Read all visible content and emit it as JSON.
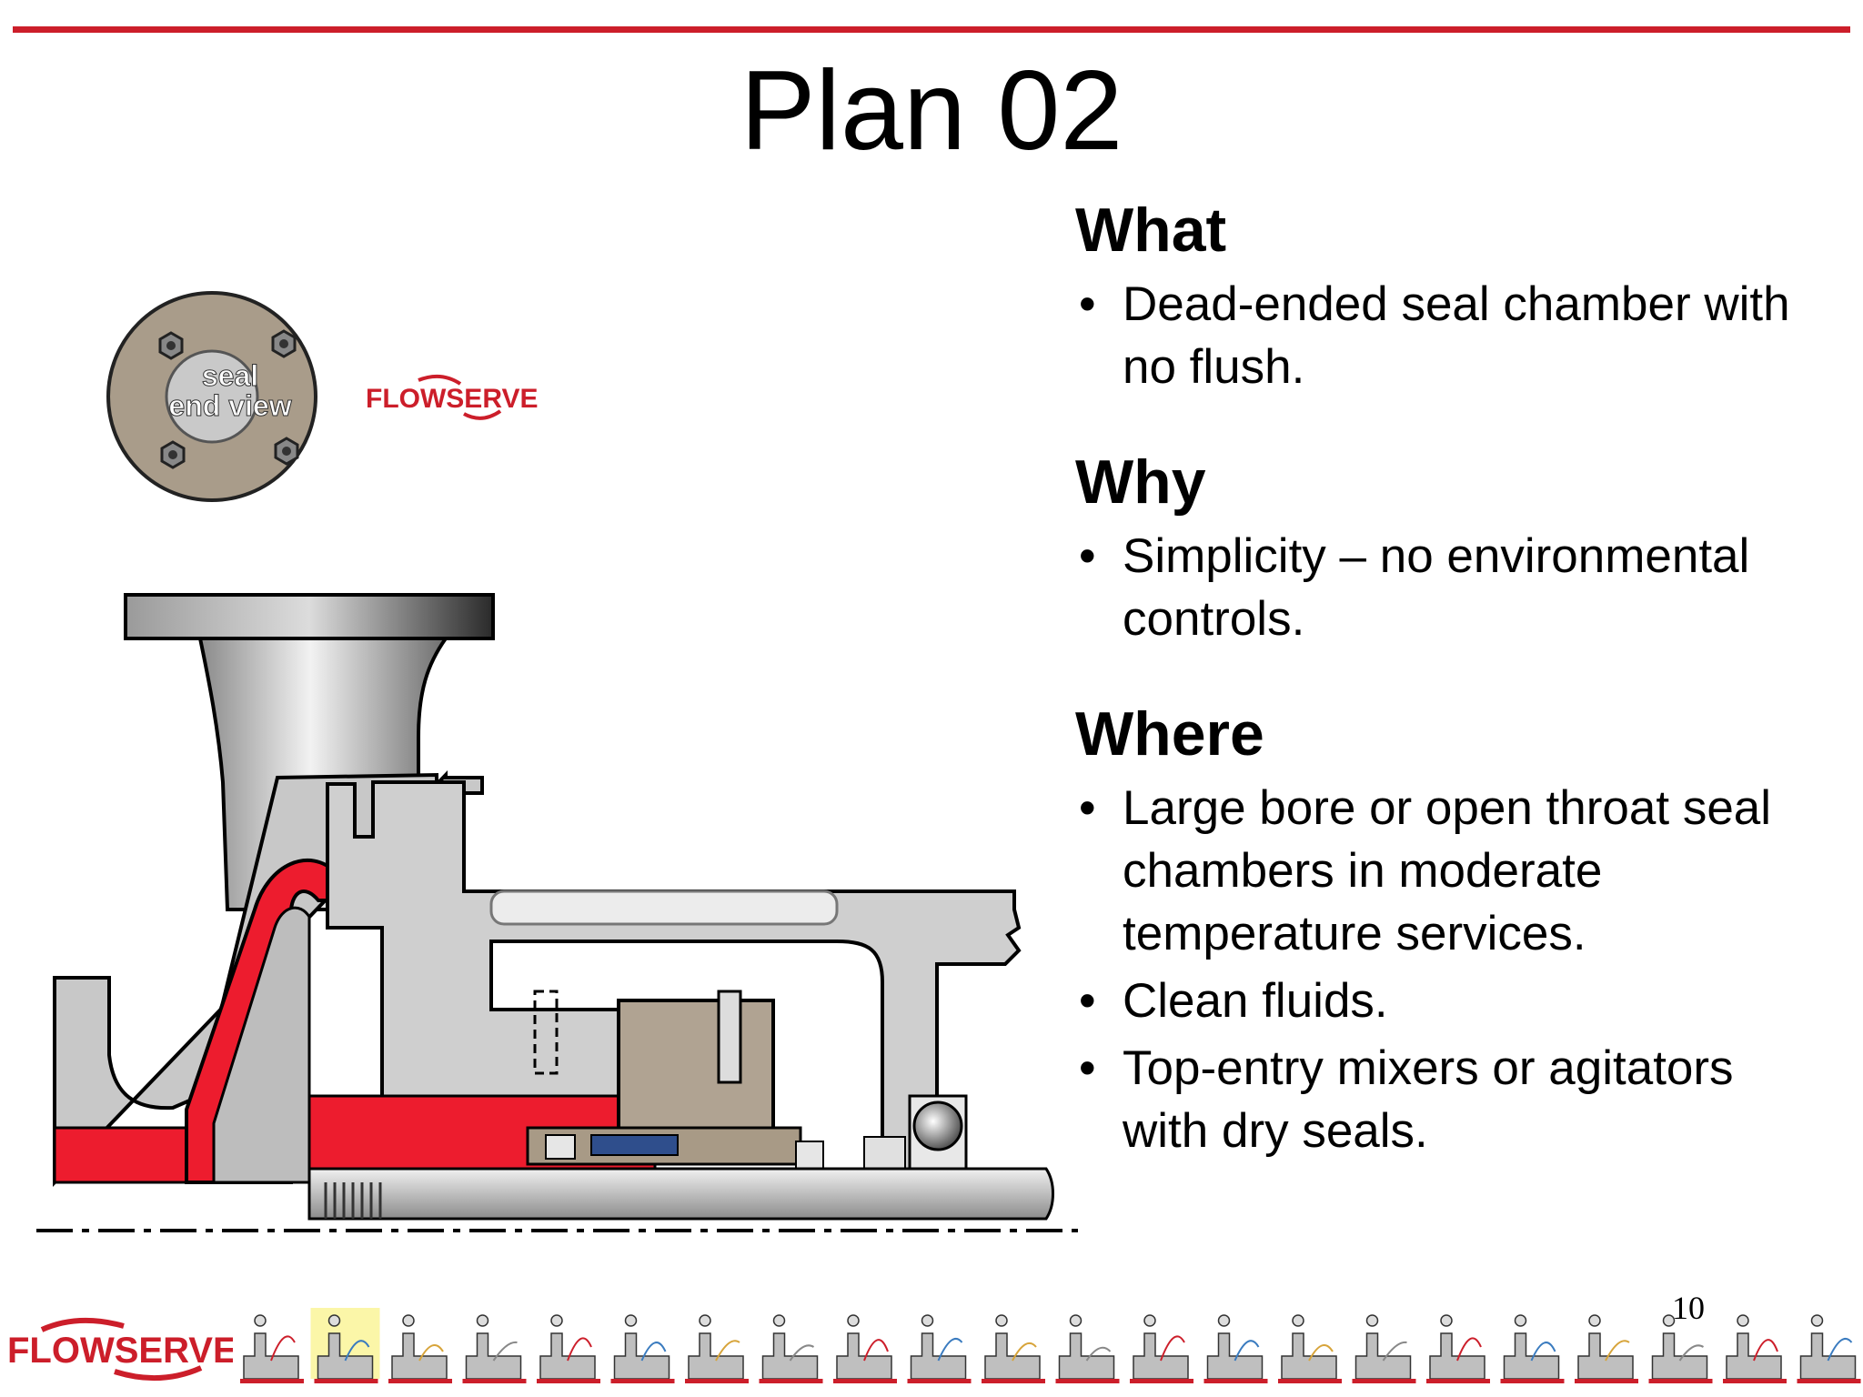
{
  "slide": {
    "title": "Plan 02",
    "page_number": "10",
    "accent_color": "#cc1e2a"
  },
  "what": {
    "heading": "What",
    "bullets": [
      "Dead-ended seal chamber with no flush."
    ]
  },
  "why": {
    "heading": "Why",
    "bullets": [
      "Simplicity – no environmental controls."
    ]
  },
  "where": {
    "heading": "Where",
    "bullets": [
      "Large bore or open throat seal chambers in moderate temperature services.",
      "Clean fluids.",
      "Top-entry mixers or agitators with dry seals."
    ]
  },
  "figure": {
    "end_view_line1": "seal",
    "end_view_line2": "end view",
    "brand_small": "FLOWSERVE"
  },
  "footer": {
    "brand": "FLOWSERVE"
  },
  "bullet_char": "•"
}
